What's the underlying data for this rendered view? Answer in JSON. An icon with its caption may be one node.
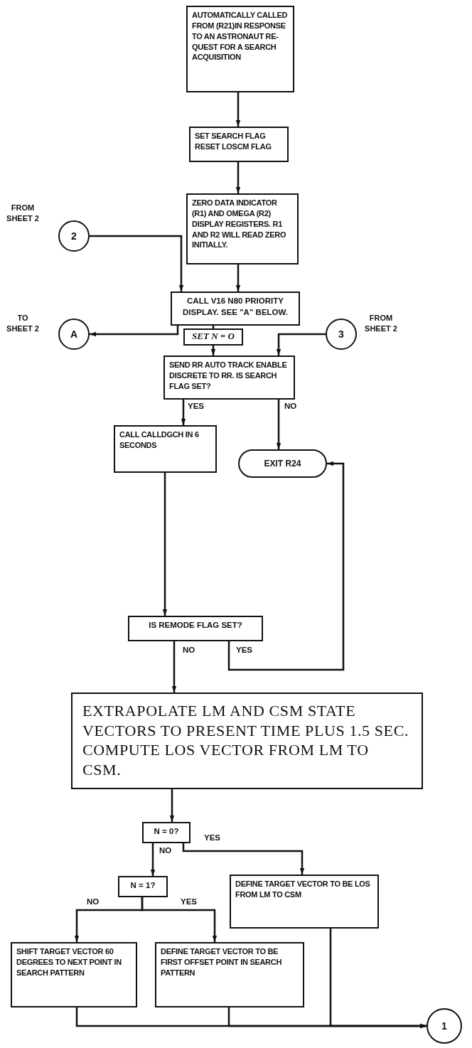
{
  "diagram": {
    "nodes": [
      {
        "text": [
          "AUTOMATICALLY CALLED FROM (R21)IN RESPONSE TO AN ASTRONAUT RE- QUEST FOR A SEARCH ACQUISITION"
        ]
      },
      {
        "text": [
          "SET SEARCH FLAG RESET LOSCM FLAG"
        ]
      },
      {
        "text": [
          "ZERO DATA INDICATOR (R1) AND OMEGA (R2) DISPLAY REGISTERS. R1 AND R2 WILL READ ZERO INITIALLY."
        ]
      },
      {
        "text": [
          "2"
        ],
        "beside": [
          "FROM SHEET 2"
        ]
      },
      {
        "text": [
          "CALL V16 N80 PRIORITY DISPLAY. SEE \"A\" BELOW."
        ]
      },
      {
        "text": [
          "A"
        ],
        "beside": [
          "TO SHEET 2"
        ]
      },
      {
        "text": [
          "SET N = O"
        ]
      },
      {
        "text": [
          "3"
        ],
        "beside": [
          "FROM SHEET 2"
        ]
      },
      {
        "text": [
          "SEND RR AUTO TRACK ENABLE DISCRETE TO RR. IS SEARCH FLAG SET?"
        ]
      },
      {
        "text": [
          "CALL CALLDGCH IN 6 SECONDS"
        ]
      },
      {
        "text": [
          "EXIT R24"
        ]
      },
      {
        "text": [
          "IS REMODE FLAG SET?"
        ]
      },
      {
        "text": [
          "EXTRAPOLATE LM AND CSM STATE VECTORS TO PRESENT TIME PLUS 1.5 SEC. COMPUTE LOS VECTOR FROM LM TO CSM."
        ]
      },
      {
        "text": [
          "N = 0?"
        ]
      },
      {
        "text": [
          "N = 1?"
        ]
      },
      {
        "text": [
          "DEFINE TARGET VECTOR TO BE LOS FROM LM TO CSM"
        ]
      },
      {
        "text": [
          "SHIFT TARGET VECTOR 60 DEGREES TO NEXT POINT IN SEARCH PATTERN"
        ]
      },
      {
        "text": [
          "DEFINE TARGET VECTOR TO BE FIRST OFFSET POINT IN SEARCH PATTERN"
        ]
      },
      {
        "text": [
          "1"
        ]
      }
    ],
    "edges": [
      {
        "from": 0,
        "to": 1,
        "arrow": "to"
      },
      {
        "from": 1,
        "to": 2,
        "arrow": "to"
      },
      {
        "from": 2,
        "to": 4,
        "arrow": "to"
      },
      {
        "from": 3,
        "to": 4,
        "arrow": "to"
      },
      {
        "from": 4,
        "to": 5,
        "arrow": "to"
      },
      {
        "from": 4,
        "to": 6,
        "arrow": "none"
      },
      {
        "from": 6,
        "to": 8,
        "arrow": "to"
      },
      {
        "from": 7,
        "to": 8,
        "arrow": "to"
      },
      {
        "from": 8,
        "to": 9,
        "label": "YES",
        "arrow": "to"
      },
      {
        "from": 8,
        "to": 10,
        "label": "NO",
        "arrow": "to"
      },
      {
        "from": 9,
        "to": 11,
        "arrow": "to"
      },
      {
        "from": 11,
        "to": 12,
        "label": "NO",
        "arrow": "to"
      },
      {
        "from": 11,
        "to": 10,
        "label": "YES",
        "arrow": "to"
      },
      {
        "from": 12,
        "to": 13,
        "arrow": "to"
      },
      {
        "from": 13,
        "to": 14,
        "label": "NO",
        "arrow": "to"
      },
      {
        "from": 13,
        "to": 15,
        "label": "YES",
        "arrow": "to"
      },
      {
        "from": 14,
        "to": 16,
        "label": "NO",
        "arrow": "to"
      },
      {
        "from": 14,
        "to": 17,
        "label": "YES",
        "arrow": "to"
      },
      {
        "from": 16,
        "to": 18,
        "arrow": "to"
      },
      {
        "from": 17,
        "to": 18,
        "arrow": "to"
      },
      {
        "from": 15,
        "to": 18,
        "arrow": "to"
      }
    ]
  }
}
